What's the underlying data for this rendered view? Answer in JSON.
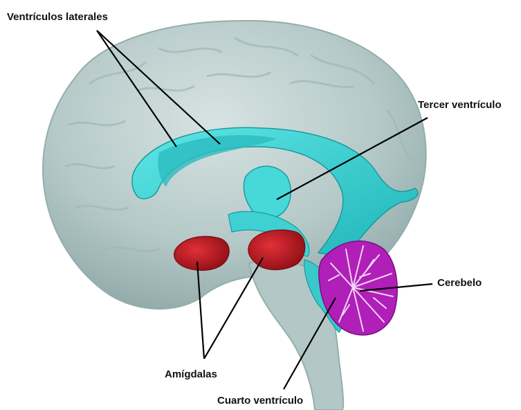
{
  "labels": {
    "lateral_ventricles": "Ventrículos laterales",
    "third_ventricle": "Tercer ventrículo",
    "cerebellum": "Cerebelo",
    "amygdalae": "Amígdalas",
    "fourth_ventricle": "Cuarto ventrículo"
  },
  "colors": {
    "brain": "#b9cccb",
    "brain_shadow": "#8fa9a8",
    "ventricle": "#3fd6d6",
    "ventricle_dark": "#1f9ea2",
    "amygdala": "#c0141e",
    "cerebellum": "#b01fb8",
    "leader_line": "#000000"
  }
}
